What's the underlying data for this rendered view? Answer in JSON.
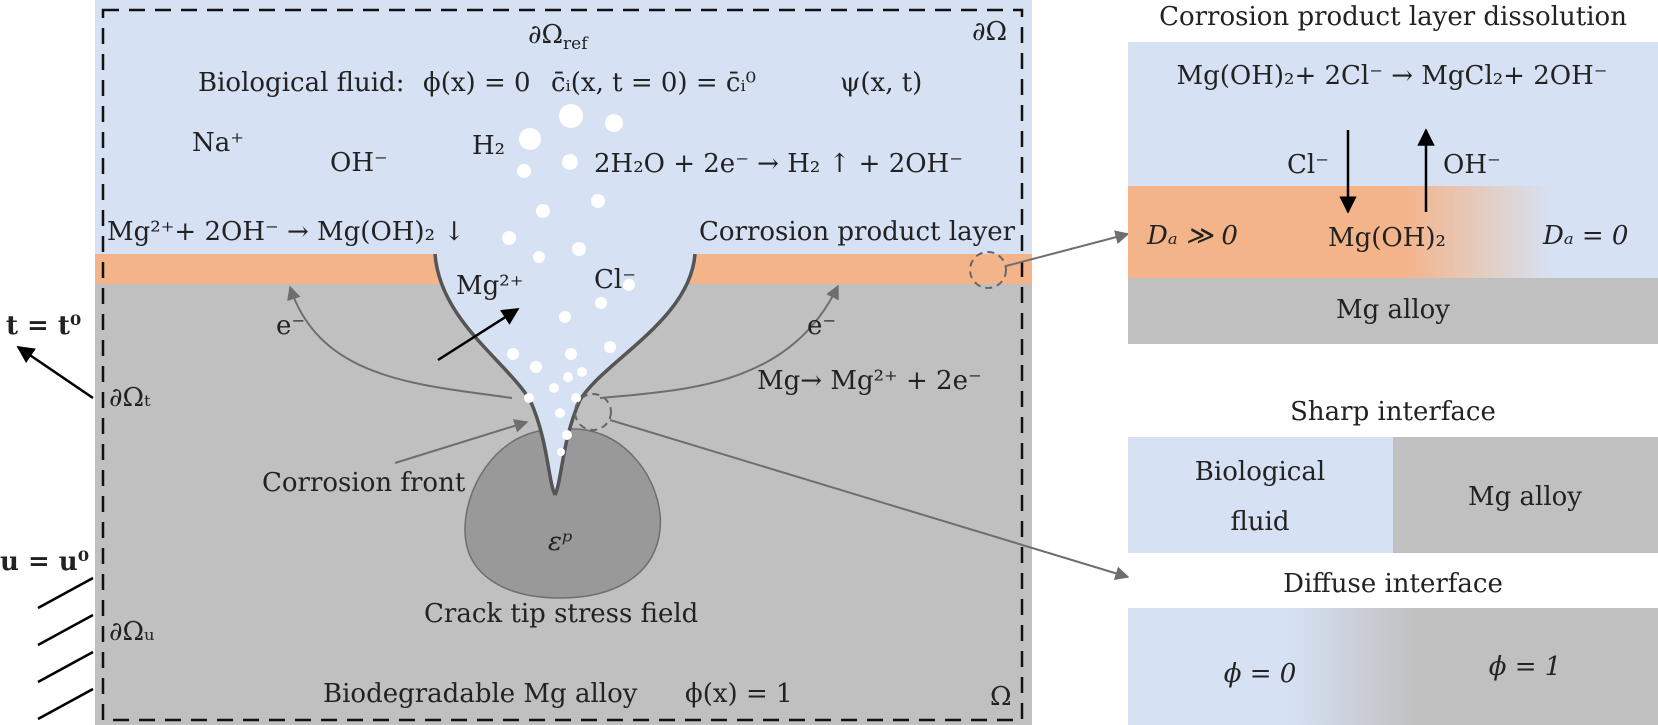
{
  "colors": {
    "fluid": "#d6e1f3",
    "alloy": "#c0c0c0",
    "layer": "#f4b48a",
    "plastic_zone": "#999999",
    "red": "#e0141e",
    "blue": "#1414e6",
    "green": "#7fbd3c",
    "crimson": "#b02040",
    "orange": "#e07020",
    "arrow_grey": "#6e6e6e"
  },
  "domain": {
    "boundary_ref": "∂Ω",
    "boundary_ref_sub": "ref",
    "boundary": "∂Ω",
    "omega": "Ω",
    "fluid_label": "Biological fluid:",
    "fluid_phi": "ϕ(x) = 0",
    "fluid_conc": "c̄ᵢ(x, t = 0) = c̄ᵢ⁰",
    "fluid_psi": "ψ(x, t)",
    "ion_na": "Na⁺",
    "ion_oh": "OH⁻",
    "ion_h2": "H₂",
    "ion_mg": "Mg²⁺",
    "ion_cl": "Cl⁻",
    "reaction_h2": "2H₂O + 2e⁻ → H₂ ↑ + 2OH⁻",
    "reaction_mgoh": "Mg²⁺+ 2OH⁻ → Mg(OH)₂ ↓",
    "layer_label": "Corrosion product layer",
    "electron_left": "e⁻",
    "electron_right": "e⁻",
    "reaction_mg": "Mg→ Mg²⁺ + 2e⁻",
    "corrosion_front": "Corrosion front",
    "plastic_strain": "εᵖ",
    "crack_tip": "Crack tip stress field",
    "alloy_label": "Biodegradable Mg alloy",
    "alloy_phi": "ϕ(x) = 1",
    "traction": "t = t⁰",
    "boundary_t": "∂Ωₜ",
    "displacement": "u = u⁰",
    "boundary_u": "∂Ωᵤ"
  },
  "dissolution": {
    "title": "Corrosion product layer dissolution",
    "reaction": "Mg(OH)₂+ 2Cl⁻ → MgCl₂+ 2OH⁻",
    "ion_cl": "Cl⁻",
    "ion_oh": "OH⁻",
    "da_left": "Dₐ ≫ 0",
    "product": "Mg(OH)₂",
    "da_right": "Dₐ = 0",
    "alloy": "Mg alloy"
  },
  "sharp": {
    "title": "Sharp interface",
    "fluid_line1": "Biological",
    "fluid_line2": "fluid",
    "alloy": "Mg alloy"
  },
  "diffuse": {
    "title": "Diffuse interface",
    "phi0": "ϕ = 0",
    "phi1": "ϕ = 1"
  }
}
